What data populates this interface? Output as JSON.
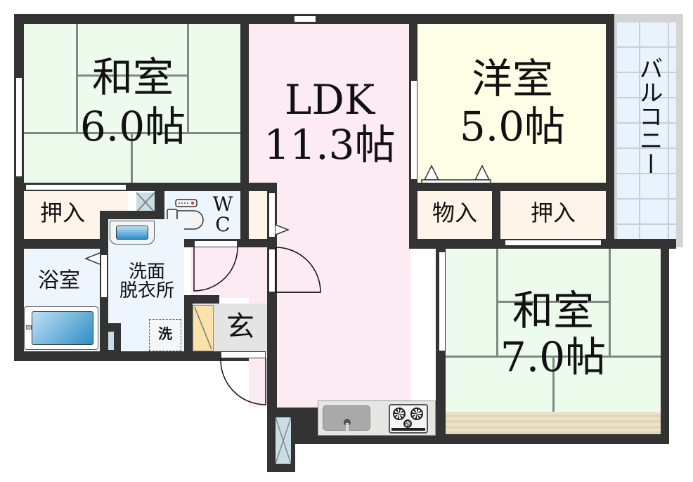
{
  "floorplan": {
    "colors": {
      "wall": "#333333",
      "washitsu": "#ecfbec",
      "ldk": "#fdebf3",
      "yoshitsu": "#fefee6",
      "storage": "#fef4ea",
      "wet": "#edf5fd",
      "balcony": "#e9f3fd",
      "genkan": "#e4e4e4",
      "shoebox": "#fbe2a8",
      "kitchen": "#e6e6e3"
    },
    "rooms": {
      "washitsu_a": {
        "name": "和室",
        "size": "6.0帖"
      },
      "ldk": {
        "name": "LDK",
        "size": "11.3帖"
      },
      "yoshitsu": {
        "name": "洋室",
        "size": "5.0帖"
      },
      "balcony": {
        "name": "バルコニー"
      },
      "oshiire_a": {
        "name": "押入"
      },
      "wc": {
        "name": "W\nC"
      },
      "bath": {
        "name": "浴室"
      },
      "washroom": {
        "name": "洗面\n脱衣所"
      },
      "washer": {
        "name": "洗"
      },
      "genkan": {
        "name": "玄"
      },
      "monoire": {
        "name": "物入"
      },
      "oshiire_b": {
        "name": "押入"
      },
      "washitsu_b": {
        "name": "和室",
        "size": "7.0帖"
      }
    },
    "fixtures": [
      "toilet-icon",
      "washbasin-icon",
      "bathtub-icon",
      "sink-icon",
      "gas-stove-icon",
      "shoe-cabinet-icon"
    ]
  }
}
